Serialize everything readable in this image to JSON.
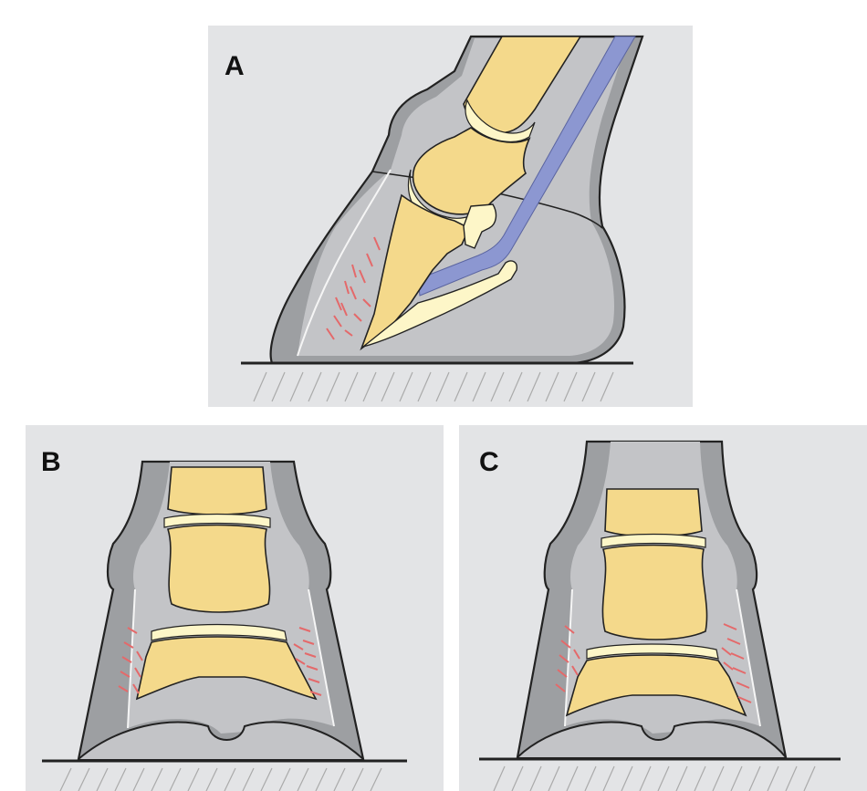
{
  "panels": [
    {
      "id": "a",
      "label": "A"
    },
    {
      "id": "b",
      "label": "B"
    },
    {
      "id": "c",
      "label": "C"
    }
  ],
  "colors": {
    "background": "#e3e4e6",
    "hoof_wall": "#9d9fa2",
    "inner_hoof": "#c3c4c7",
    "bone": "#f4d98b",
    "cartilage": "#fdf6c8",
    "tendon": "#8c97d1",
    "laminae_marks": "#e4696a",
    "outline": "#222222",
    "ground": "#222222"
  }
}
